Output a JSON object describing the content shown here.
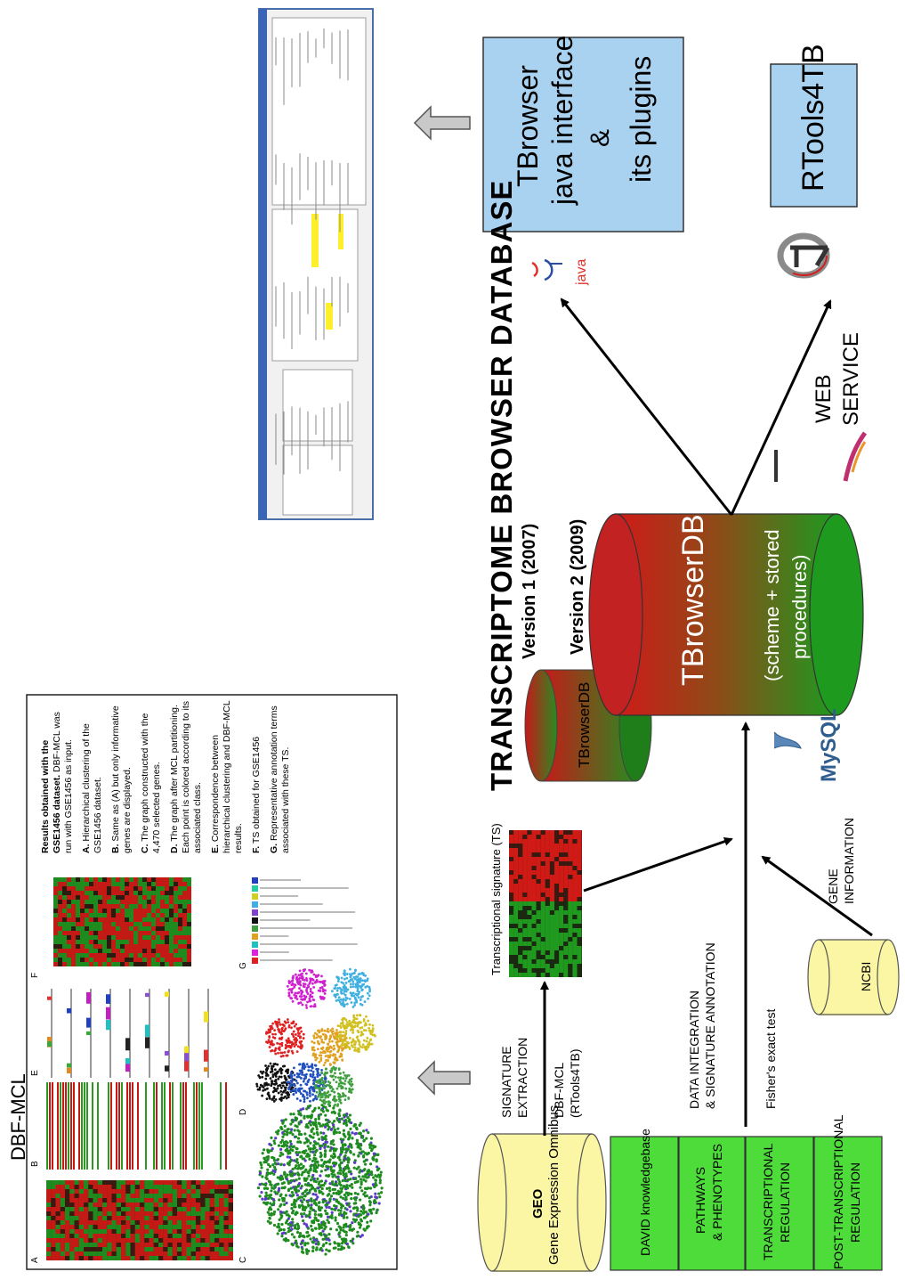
{
  "title": "TRANSCRIPTOME BROWSER DATABASE",
  "versions": {
    "v1": "Version 1 (2007)",
    "v2": "Version 2 (2009)"
  },
  "db_small": "TBrowserDB",
  "db_big": {
    "name": "TBrowserDB",
    "sub1": "(scheme + stored",
    "sub2": "procedures)"
  },
  "tbrowser_box": {
    "line1": "TBrowser",
    "line2": "java interface",
    "line3": "&",
    "line4": "its plugins"
  },
  "rtools_box": "RTools4TB",
  "java_label": "java",
  "web_service": {
    "line1": "WEB",
    "line2": "SERVICE"
  },
  "mysql_label": "MySQL",
  "ncbi": "NCBI",
  "gene_info": {
    "line1": "GENE",
    "line2": "INFORMATION"
  },
  "geo": {
    "name": "GEO",
    "sub": "Gene Expression Omnibus"
  },
  "signature_extraction": {
    "line1": "SIGNATURE",
    "line2": "EXTRACTION"
  },
  "dbf_mcl_method": {
    "line1": "DBF-MCL",
    "line2": "(RTools4TB)"
  },
  "ts_label": "Transcriptional signature (TS)",
  "data_integration": {
    "line1": "DATA INTEGRATION",
    "line2": "& SIGNATURE ANNOTATION"
  },
  "fisher": "Fisher's exact test",
  "sources": [
    {
      "line1": "DAVID knowledgebase",
      "line2": ""
    },
    {
      "line1": "PATHWAYS",
      "line2": "& PHENOTYPES"
    },
    {
      "line1": "TRANSCRIPTIONAL",
      "line2": "REGULATION"
    },
    {
      "line1": "POST-TRANSCRIPTIONAL",
      "line2": "REGULATION"
    }
  ],
  "dbf_panel": {
    "title": "DBF-MCL",
    "panel_letters": [
      "A",
      "B",
      "C",
      "D",
      "E",
      "F",
      "G"
    ],
    "legend": [
      {
        "lead": "Results obtained with the GSE1456 dataset.",
        "rest": " DBF-MCL was run with GSE1456 as input."
      },
      {
        "lead": "A.",
        "rest": " Hierarchical clustering of the GSE1456 dataset."
      },
      {
        "lead": "B.",
        "rest": " Same as (A) but only informative genes are displayed."
      },
      {
        "lead": "C.",
        "rest": " The graph constructed with the 4,470 selected genes."
      },
      {
        "lead": "D.",
        "rest": " The graph after MCL partitioning. Each point is colored according to its associated class."
      },
      {
        "lead": "E.",
        "rest": " Correspondence between hierarchical clustering and DBF-MCL results."
      },
      {
        "lead": "F.",
        "rest": " TS obtained for GSE1456"
      },
      {
        "lead": "G.",
        "rest": " Representative annotation terms associated with these TS."
      }
    ]
  },
  "colors": {
    "box_blue": "#a9d2f0",
    "cyl_yellow": "#fbf6a4",
    "source_green": "#4ddc3a",
    "db_red": "#cc1a1a",
    "db_green": "#1e9a1e"
  }
}
